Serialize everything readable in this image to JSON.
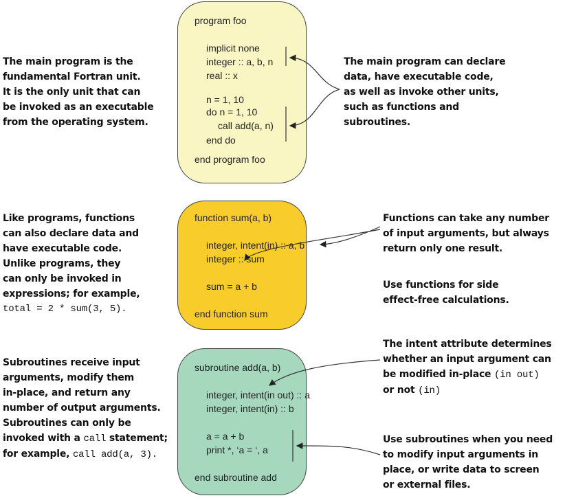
{
  "colors": {
    "program": "#f9f6c4",
    "function": "#f8cc2a",
    "subroutine": "#a6d8bd"
  },
  "program": {
    "lines": [
      "program foo",
      "implicit none",
      "integer :: a, b, n",
      "real :: x",
      "n = 1, 10",
      "do n = 1, 10",
      "call add(a, n)",
      "end do",
      "end program foo"
    ]
  },
  "function": {
    "lines": [
      "function sum(a, b)",
      "integer, intent(in) :: a, b",
      "integer :: sum",
      "sum = a + b",
      "end function sum"
    ]
  },
  "subroutine": {
    "lines": [
      "subroutine add(a, b)",
      "integer, intent(in out) :: a",
      "integer, intent(in) :: b",
      "a = a + b",
      "print *, ‘a = ‘, a",
      "end subroutine add"
    ]
  },
  "notes": {
    "program_left": [
      "The main program is the",
      "fundamental Fortran unit.",
      "It is the only unit that can",
      "be invoked as an executable",
      "from the operating system."
    ],
    "program_right": [
      "The main program can declare",
      "data, have executable code,",
      "as well as invoke other units,",
      "such as functions and",
      "subroutines."
    ],
    "function_left": [
      "Like programs, functions",
      "can also declare data and",
      "have executable code.",
      "Unlike programs, they",
      "can only be invoked in",
      "expressions; for example,"
    ],
    "function_left_code": "total = 2 * sum(3, 5).",
    "function_right1": [
      "Functions can take any number",
      "of input arguments, but always",
      "return only one result."
    ],
    "function_right2": [
      "Use functions for side",
      "effect-free calculations."
    ],
    "sub_left": [
      "Subroutines receive input",
      "arguments, modify them",
      "in-place, and return any",
      "number of output arguments.",
      "Subroutines can only be"
    ],
    "sub_left_6a": "invoked with a ",
    "sub_left_6b": "call",
    "sub_left_6c": " statement;",
    "sub_left_7a": "for example, ",
    "sub_left_7b": "call add(a, 3).",
    "sub_right1": [
      "The intent attribute determines",
      "whether an input argument can"
    ],
    "sub_right1_3a": "be modified in-place ",
    "sub_right1_3b": "(in out)",
    "sub_right1_4a": "or not ",
    "sub_right1_4b": "(in)",
    "sub_right2": [
      "Use subroutines when you need",
      "to modify input arguments in",
      "place, or write data to screen",
      "or external files."
    ]
  }
}
